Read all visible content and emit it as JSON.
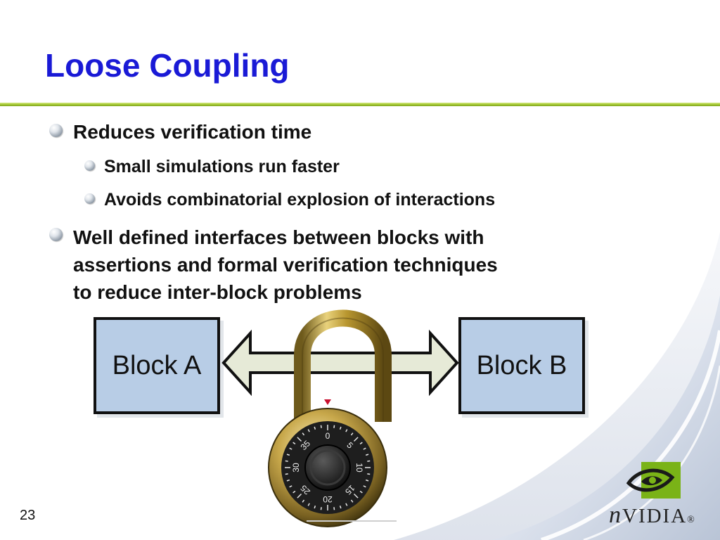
{
  "slide": {
    "title": "Loose Coupling",
    "page_number": "23"
  },
  "bullets": {
    "b1": "Reduces verification time",
    "b1_sub1": "Small simulations run faster",
    "b1_sub2": "Avoids combinatorial explosion of interactions",
    "b2_lines": [
      "Well defined interfaces between blocks with",
      "assertions and formal verification techniques",
      "to reduce inter-block problems"
    ]
  },
  "diagram": {
    "block_a_label": "Block A",
    "block_b_label": "Block B",
    "lock_dial_numbers": [
      "0",
      "5",
      "10",
      "15",
      "20",
      "25",
      "30",
      "35"
    ]
  },
  "logo": {
    "wordmark_initial": "n",
    "wordmark_rest": "VIDIA",
    "registered": "®"
  },
  "colors": {
    "title_blue": "#1a1ad6",
    "divider_green": "#a9cd3a",
    "block_fill": "#b8cde6",
    "arrow_fill": "#e6ead7"
  }
}
